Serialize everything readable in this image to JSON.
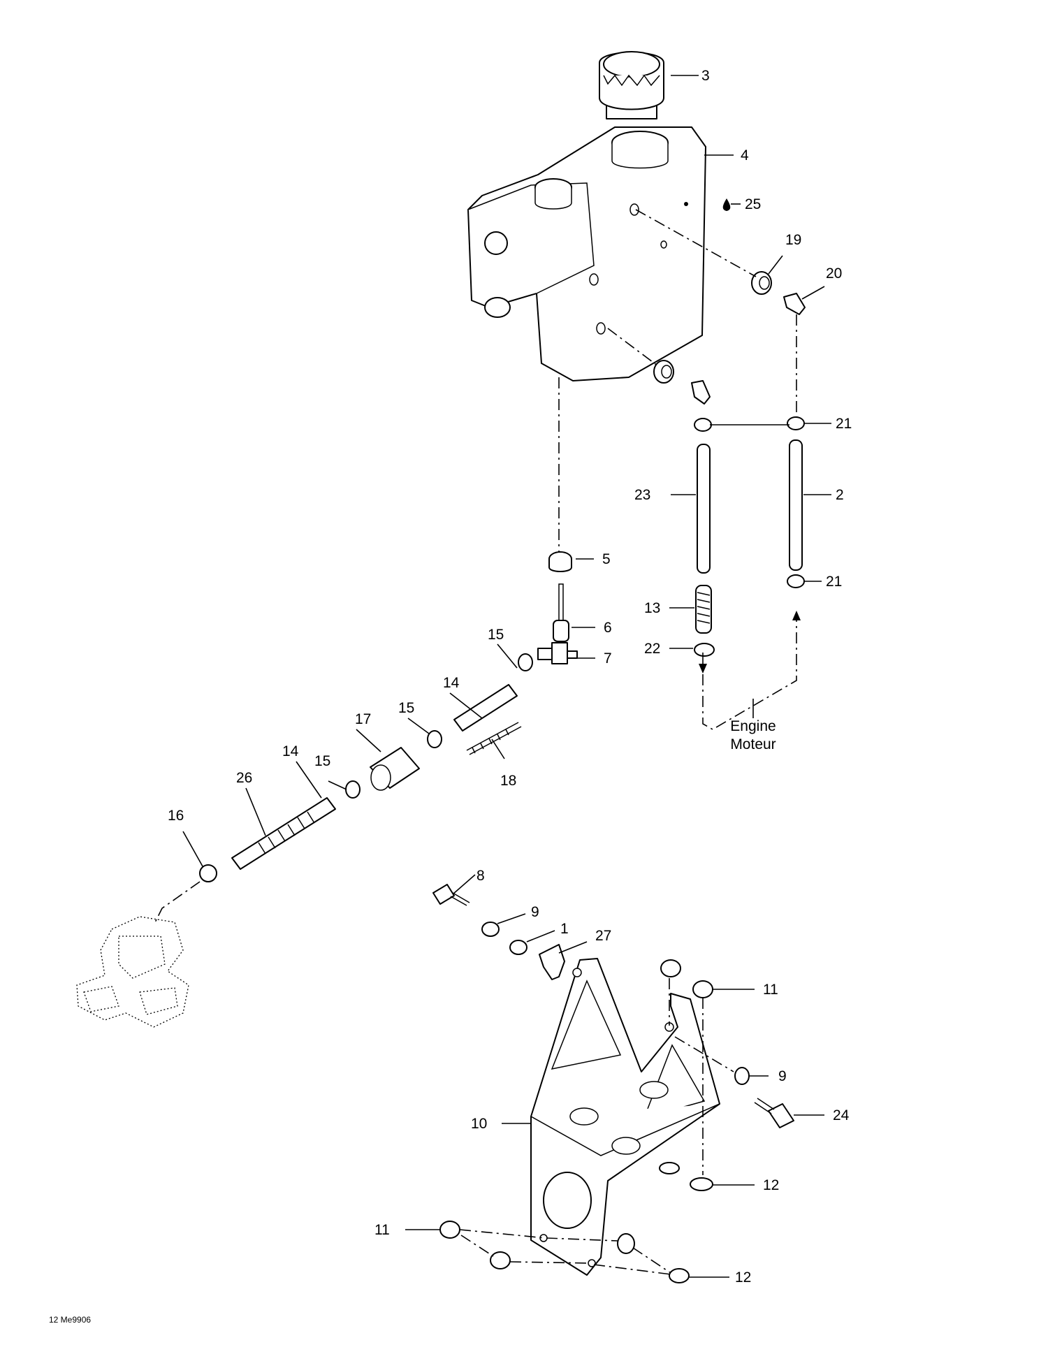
{
  "callouts": {
    "c1": "1",
    "c2": "2",
    "c3": "3",
    "c4": "4",
    "c5": "5",
    "c6": "6",
    "c7": "7",
    "c8": "8",
    "c9a": "9",
    "c9b": "9",
    "c10": "10",
    "c11a": "11",
    "c11b": "11",
    "c12a": "12",
    "c12b": "12",
    "c13": "13",
    "c14a": "14",
    "c14b": "14",
    "c15a": "15",
    "c15b": "15",
    "c15c": "15",
    "c16": "16",
    "c17": "17",
    "c18": "18",
    "c19": "19",
    "c20": "20",
    "c21a": "21",
    "c21b": "21",
    "c22": "22",
    "c23": "23",
    "c24": "24",
    "c25": "25",
    "c26": "26",
    "c27": "27"
  },
  "engine_label": {
    "line1": "Engine",
    "line2": "Moteur"
  },
  "drawing_code": "12 Me9906"
}
